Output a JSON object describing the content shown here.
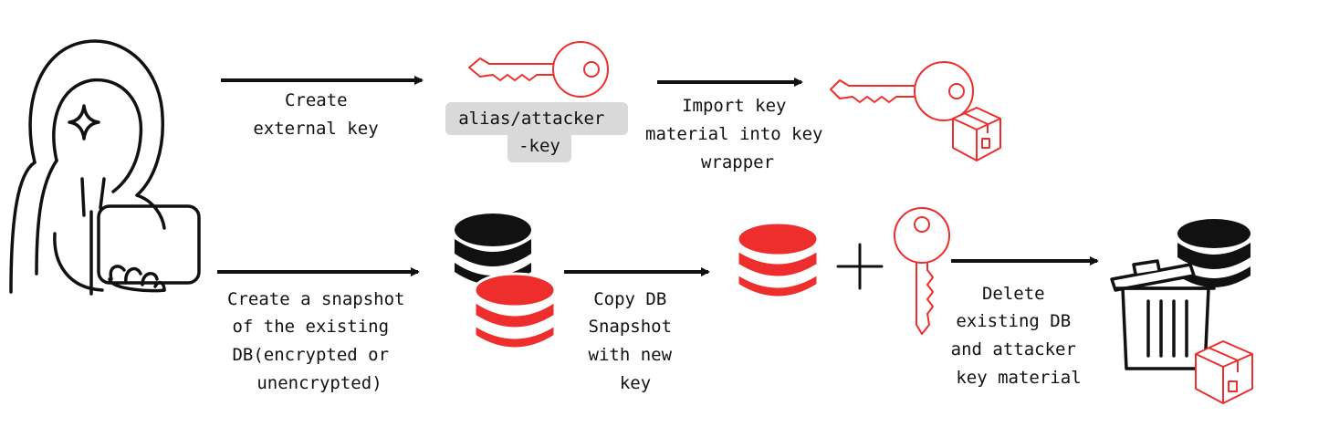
{
  "colors": {
    "accent": "#ee2d2d",
    "ink": "#111111",
    "alias_bg": "#d9d9d9"
  },
  "steps": {
    "create_external_key": [
      "Create",
      "external key"
    ],
    "alias": [
      "alias/attacker",
      "-key"
    ],
    "import_key": [
      "Import key",
      "material into key",
      "wrapper"
    ],
    "create_snapshot": [
      "Create a snapshot",
      "of the existing",
      "DB(encrypted or",
      "unencrypted)"
    ],
    "copy_snapshot": [
      "Copy DB",
      "Snapshot",
      "with new",
      "key"
    ],
    "delete": [
      "Delete",
      "existing DB",
      "and attacker",
      "key material"
    ]
  },
  "icons": [
    "hooded-attacker-icon",
    "red-key-icon",
    "key-with-box-icon",
    "stacked-databases-icon",
    "red-database-icon",
    "plus-icon",
    "vertical-key-icon",
    "trash-database-icon",
    "box-icon"
  ]
}
